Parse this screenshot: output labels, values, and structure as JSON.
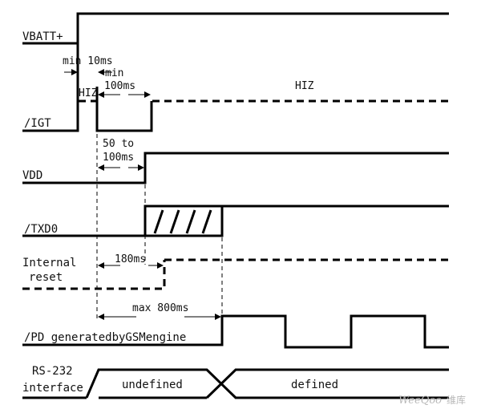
{
  "signals": {
    "vbatt": "VBATT+",
    "igt": "/IGT",
    "vdd": "VDD",
    "txd0": "/TXD0",
    "internal_reset_1": "Internal",
    "internal_reset_2": "reset",
    "pd": "/PD generatedbyGSMengine",
    "rs232_1": "RS-232",
    "rs232_2": "interface"
  },
  "annotations": {
    "min_10ms": "min 10ms",
    "min_100ms_1": "min",
    "min_100ms_2": "100ms",
    "hiz_left": "HIZ",
    "hiz_right": "HIZ",
    "vdd_delay_1": "50 to",
    "vdd_delay_2": "100ms",
    "reset_time": "180ms",
    "max_800ms": "max 800ms",
    "undefined": "undefined",
    "defined": "defined"
  },
  "watermark": {
    "brand": "WeeQoo",
    "suffix": "维库"
  }
}
